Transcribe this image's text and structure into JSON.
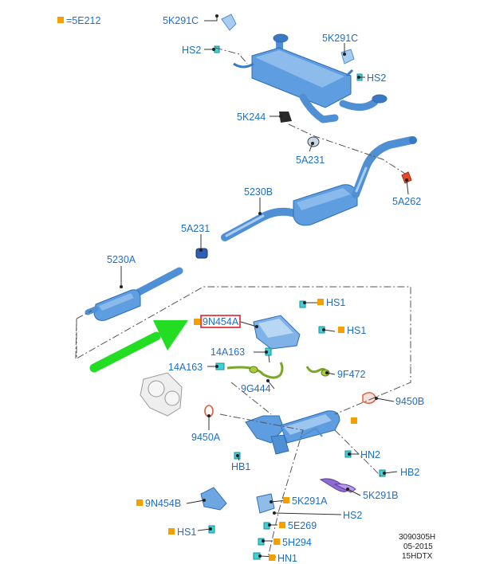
{
  "legend": {
    "code": "=5E212",
    "marker_color": "#f5a000"
  },
  "callouts": {
    "c_5k291c_a": "5K291C",
    "c_hs2_a": "HS2",
    "c_5k291c_b": "5K291C",
    "c_hs2_b": "HS2",
    "c_5k244": "5K244",
    "c_5a231_a": "5A231",
    "c_5a262": "5A262",
    "c_5230b": "5230B",
    "c_5a231_b": "5A231",
    "c_5230a": "5230A",
    "c_9n454a": "9N454A",
    "c_hs1_a": "HS1",
    "c_hs1_b": "HS1",
    "c_14a163_a": "14A163",
    "c_14a163_b": "14A163",
    "c_9f472": "9F472",
    "c_9g444": "9G444",
    "c_9450b": "9450B",
    "c_9450a": "9450A",
    "c_hn2_a": "HN2",
    "c_hb1": "HB1",
    "c_hb2": "HB2",
    "c_5k291b": "5K291B",
    "c_9n454b": "9N454B",
    "c_5k291a": "5K291A",
    "c_hs2_c": "HS2",
    "c_5e269": "5E269",
    "c_hs1_c": "HS1",
    "c_5h294": "5H294",
    "c_hn1": "HN1"
  },
  "highlight": {
    "part": "9N454A",
    "box_color": "#e0202a",
    "arrow_color": "#22dd22"
  },
  "footer": {
    "line1": "3090305H",
    "line2": "05-2015",
    "line3": "15HDTX"
  },
  "colors": {
    "label": "#1f6fc4",
    "part": "#5d9de0",
    "clip": "#3fd0d8",
    "marker": "#f5a000"
  }
}
